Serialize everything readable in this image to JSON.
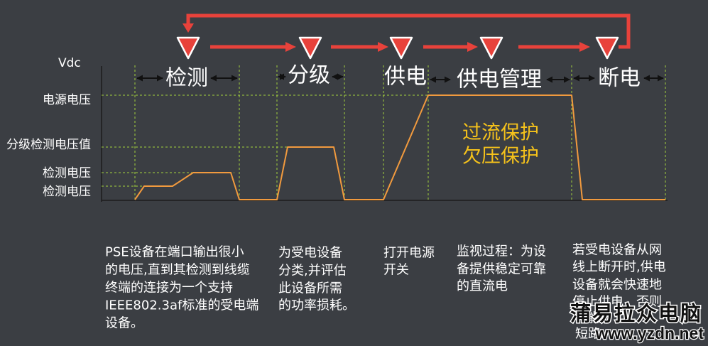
{
  "axis": {
    "y_label": "Vdc"
  },
  "levels": {
    "supply": "电源电压",
    "classification": "分级检测电压值",
    "detection_high": "检测电压",
    "detection_low": "检测电压"
  },
  "stages": [
    {
      "label": "检测",
      "description": [
        "PSE设备在端口输出很小",
        "的电压,直到其检测到线缆",
        "终端的连接为一个支持",
        "IEEE802.3af标准的受电端",
        "设备。"
      ]
    },
    {
      "label": "分级",
      "description": [
        "为受电设备",
        "分类,并评估",
        "此设备所需",
        "的功率损耗。"
      ]
    },
    {
      "label": "供电",
      "description": [
        "打开电源",
        "开关"
      ]
    },
    {
      "label": "供电管理",
      "description": [
        "监视过程：为设",
        "备提供稳定可靠",
        "的直流电"
      ],
      "protections": [
        "过流保护",
        "欠压保护"
      ]
    },
    {
      "label": "断电",
      "description": [
        "若受电设备从网",
        "线上断开时,供电",
        "设备就会快速地",
        "停止供电，否则",
        "能",
        "短路。"
      ]
    }
  ],
  "watermark": {
    "name": "蒲易拉众电脑",
    "url": "www.yzdn.net"
  },
  "colors": {
    "background": "#3b3e43",
    "flow_red": "#e8423b",
    "waveform_orange": "#f19a3e",
    "guide_green": "#a3d13c",
    "protection_yellow": "#f5c21b",
    "text": "#ffffff"
  }
}
